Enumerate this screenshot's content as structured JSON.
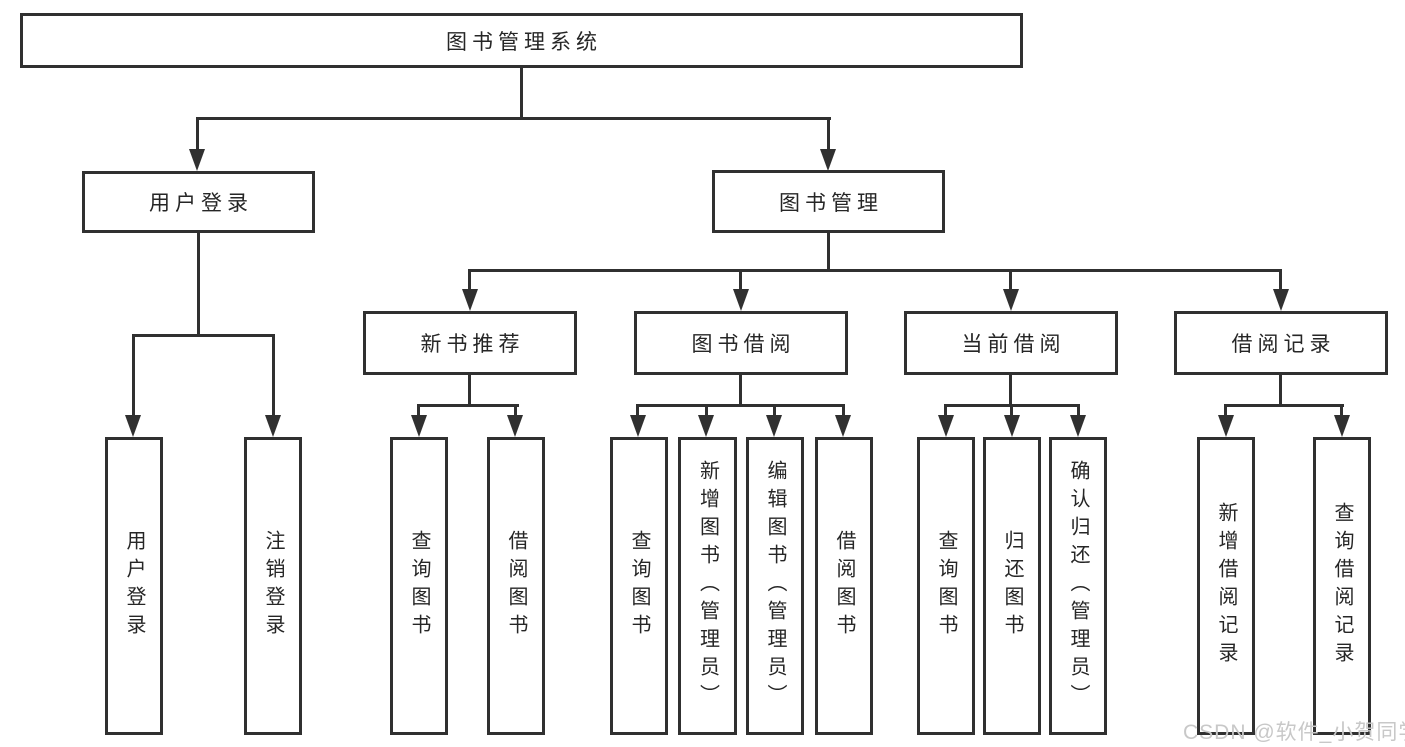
{
  "colors": {
    "line": "#303030",
    "box_border": "#303030",
    "box_fill": "#ffffff",
    "text": "#262626",
    "watermark": "#c8c8c8",
    "background": "#ffffff"
  },
  "tree": {
    "root": {
      "label": "图书管理系统"
    },
    "branches": [
      {
        "label": "用户登录",
        "children": [
          {
            "label": "用户登录"
          },
          {
            "label": "注销登录"
          }
        ]
      },
      {
        "label": "图书管理",
        "children": [
          {
            "label": "新书推荐",
            "children": [
              {
                "label": "查询图书"
              },
              {
                "label": "借阅图书"
              }
            ]
          },
          {
            "label": "图书借阅",
            "children": [
              {
                "label": "查询图书"
              },
              {
                "label": "新增图书（管理员）"
              },
              {
                "label": "编辑图书（管理员）"
              },
              {
                "label": "借阅图书"
              }
            ]
          },
          {
            "label": "当前借阅",
            "children": [
              {
                "label": "查询图书"
              },
              {
                "label": "归还图书"
              },
              {
                "label": "确认归还（管理员）"
              }
            ]
          },
          {
            "label": "借阅记录",
            "children": [
              {
                "label": "新增借阅记录"
              },
              {
                "label": "查询借阅记录"
              }
            ]
          }
        ]
      }
    ]
  },
  "watermark": {
    "text": "CSDN @软件_小贺同学"
  }
}
